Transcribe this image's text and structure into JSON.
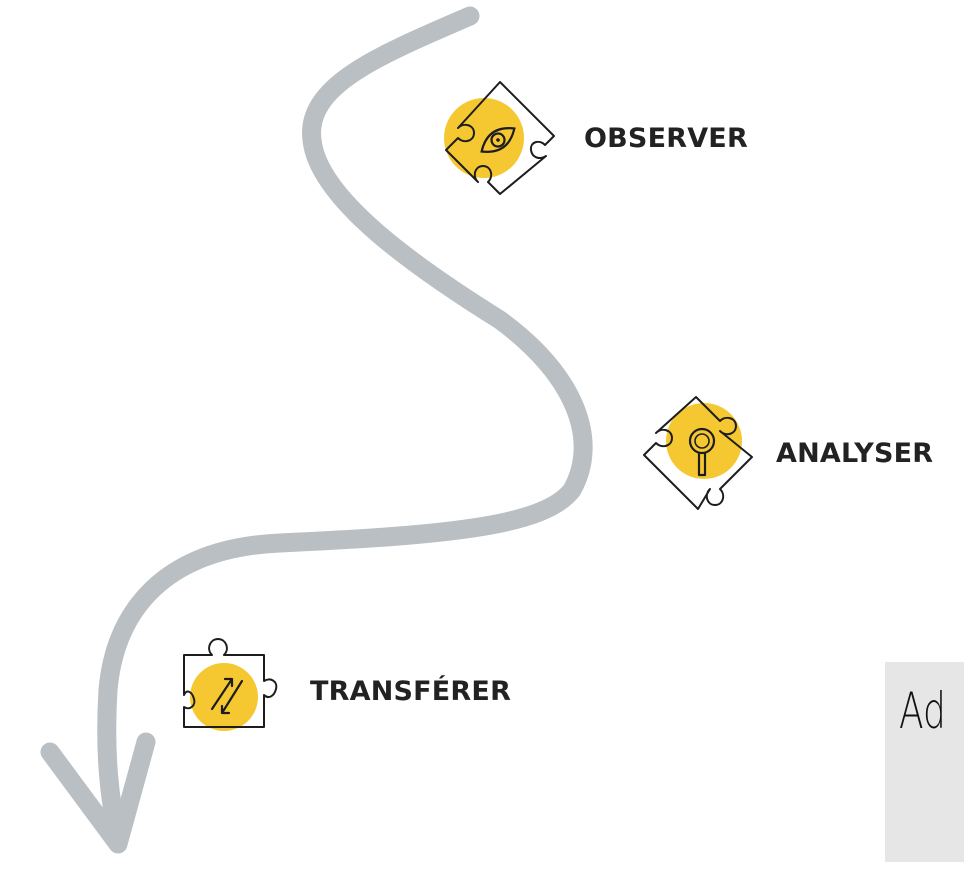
{
  "steps": [
    {
      "label": "OBSERVER",
      "icon": "eye-icon"
    },
    {
      "label": "ANALYSER",
      "icon": "magnifier-icon"
    },
    {
      "label": "TRANSFÉRER",
      "icon": "transfer-arrows-icon"
    }
  ],
  "note": {
    "text": "Ad"
  },
  "colors": {
    "path": "#b9bfc2",
    "accent": "#f5c832",
    "label": "#222222",
    "note_background": "#e6e6e6"
  }
}
